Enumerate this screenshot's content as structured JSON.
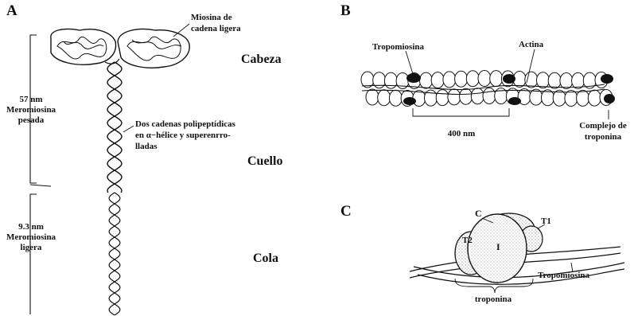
{
  "panels": {
    "a": "A",
    "b": "B",
    "c": "C"
  },
  "myosin": {
    "light_chain": [
      "Miosina de",
      "cadena ligera"
    ],
    "head": "Cabeza",
    "neck": "Cuello",
    "tail": "Cola",
    "alpha_helix": [
      "Dos cadenas polipeptídicas",
      "en  α−hélice y superenrro-",
      "lladas"
    ],
    "heavy_meromyosin": [
      "57 nm",
      "Meromiosina",
      "pesada"
    ],
    "light_meromyosin": [
      "9.3 nm",
      "Meromiosina",
      "ligera"
    ]
  },
  "thin_filament": {
    "tropomyosin": "Tropomiosina",
    "actin": "Actina",
    "spacing": "400 nm",
    "troponin_complex": [
      "Complejo de",
      "troponina"
    ]
  },
  "troponin": {
    "c": "C",
    "t2": "T2",
    "t1": "T1",
    "i": "I",
    "tropomyosin": "Tropomiosina",
    "troponin": "troponina"
  },
  "colors": {
    "ink": "#111111",
    "background": "#ffffff"
  }
}
